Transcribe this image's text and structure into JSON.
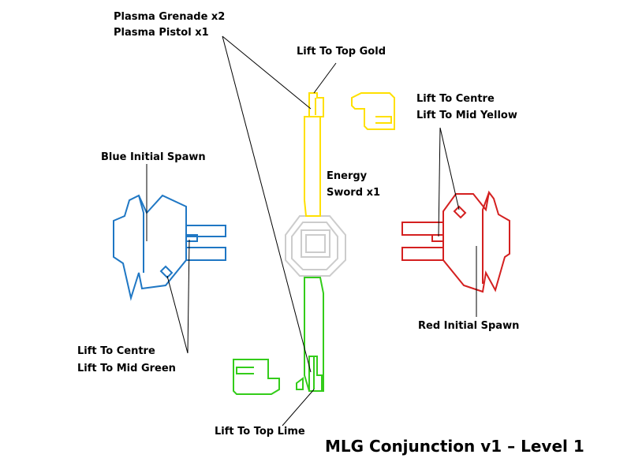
{
  "title": "MLG Conjunction v1 – Level 1",
  "colors": {
    "blue": "#1f77c4",
    "red": "#d42020",
    "yellow": "#ffe000",
    "green": "#33cc1a",
    "gray": "#cccccc",
    "leader": "#000000"
  },
  "labels": {
    "plasma_grenade": {
      "name": "Plasma Grenade",
      "qty": "x2"
    },
    "plasma_pistol": {
      "name": "Plasma Pistol",
      "qty": "x1"
    },
    "lift_top_gold": "Lift To Top Gold",
    "lift_centre_red_side": "Lift To Centre",
    "lift_mid_yellow": "Lift To Mid Yellow",
    "blue_initial_spawn": "Blue Initial Spawn",
    "energy_sword": {
      "line1": "Energy",
      "line2": "Sword",
      "qty": "x1"
    },
    "red_initial_spawn": "Red Initial Spawn",
    "lift_centre_blue_side": "Lift To Centre",
    "lift_mid_green": "Lift To Mid Green",
    "lift_top_lime": "Lift To Top Lime"
  }
}
